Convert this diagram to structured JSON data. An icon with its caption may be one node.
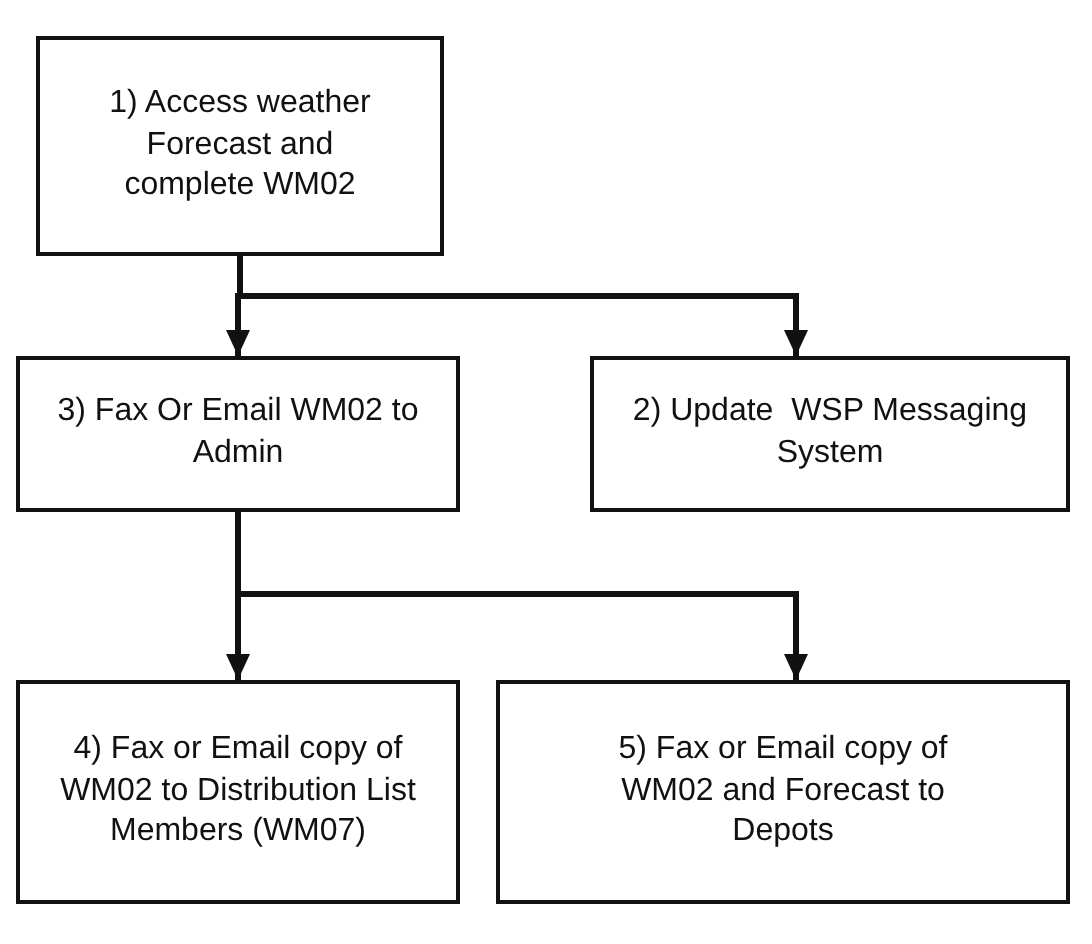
{
  "diagram": {
    "nodes": [
      {
        "text": [
          "1) Access weather Forecast and complete WM02"
        ]
      },
      {
        "text": [
          "3) Fax Or Email WM02 to Admin"
        ]
      },
      {
        "text": [
          "2) Update  WSP Messaging System"
        ]
      },
      {
        "text": [
          "4) Fax or Email copy of WM02 to Distribution List Members (WM07)"
        ]
      },
      {
        "text": [
          "5) Fax or Email copy of WM02 and Forecast to Depots"
        ]
      }
    ],
    "edges": [
      {
        "from": 0,
        "to": 1,
        "arrow": "to"
      },
      {
        "from": 0,
        "to": 2,
        "arrow": "to"
      },
      {
        "from": 1,
        "to": 3,
        "arrow": "to"
      },
      {
        "from": 1,
        "to": 4,
        "arrow": "to"
      }
    ]
  }
}
